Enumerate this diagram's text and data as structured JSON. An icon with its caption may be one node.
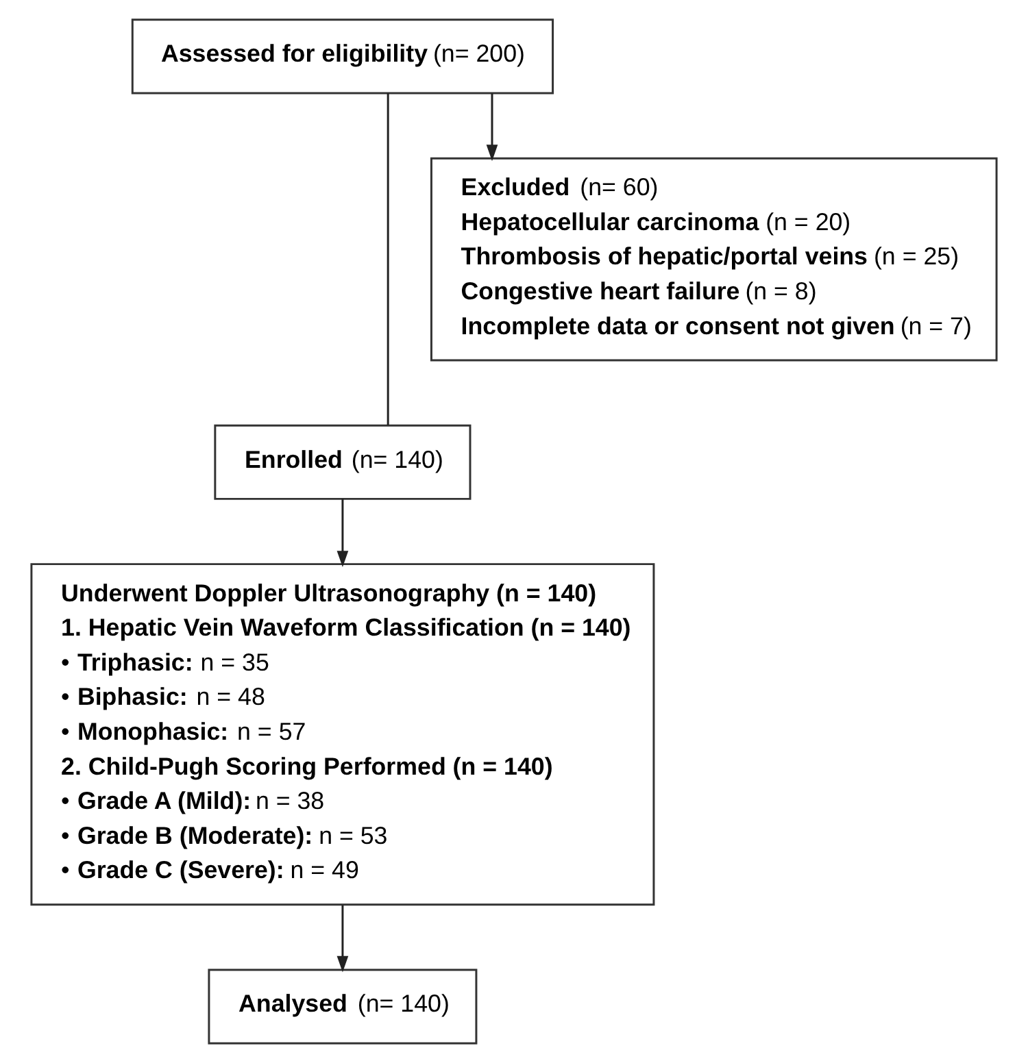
{
  "diagram": {
    "nodes": [
      {
        "text": [
          "**Assessed for eligibility** (n= 200)"
        ]
      },
      {
        "text": [
          "**Excluded** (n= 60)",
          "**Hepatocellular carcinoma** (n = 20)",
          "**Thrombosis of hepatic/portal veins** (n = 25)",
          "**Congestive heart failure** (n = 8)",
          "**Incomplete data or consent not given** (n = 7)"
        ]
      },
      {
        "text": [
          "**Enrolled** (n= 140)"
        ]
      },
      {
        "text": [
          "**Underwent Doppler Ultrasonography (n = 140)**",
          "**1. Hepatic Vein Waveform Classification (n = 140)**",
          "• **Triphasic:** n = 35",
          "• **Biphasic:** n = 48",
          "• **Monophasic:** n = 57",
          "**2. Child-Pugh Scoring Performed (n = 140)**",
          "• **Grade A (Mild):** n = 38",
          "• **Grade B (Moderate):** n = 53",
          "• **Grade C (Severe):** n = 49"
        ]
      },
      {
        "text": [
          "**Analysed** (n= 140)"
        ]
      }
    ],
    "edges": [
      {
        "from": 0,
        "to": 1,
        "arrow": "to"
      },
      {
        "from": 0,
        "to": 2,
        "arrow": "none"
      },
      {
        "from": 2,
        "to": 3,
        "arrow": "to"
      },
      {
        "from": 3,
        "to": 4,
        "arrow": "to"
      }
    ]
  }
}
